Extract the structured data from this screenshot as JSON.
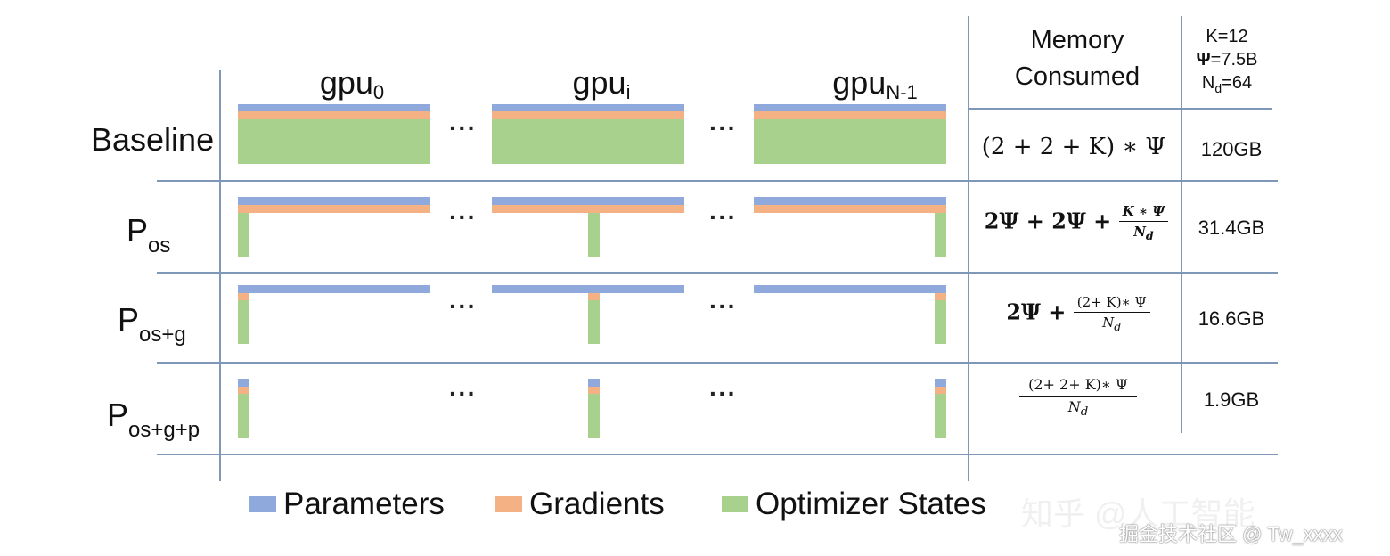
{
  "colors": {
    "parameters": "#8fa9dc",
    "gradients": "#f4b183",
    "optimizer": "#a9d18e",
    "grid": "#7f98b8"
  },
  "header": {
    "gpus": [
      {
        "base": "gpu",
        "sub": "0"
      },
      {
        "base": "gpu",
        "sub": "i"
      },
      {
        "base": "gpu",
        "sub": "N-1"
      }
    ],
    "memory_title": [
      "Memory",
      "Consumed"
    ],
    "params": {
      "k": "K=12",
      "psi": "=7.5B",
      "psi_symbol": "Ψ",
      "nd_base": "N",
      "nd_sub": "d",
      "nd_val": "=64"
    }
  },
  "rows": [
    {
      "label": "Baseline",
      "label_sub": "",
      "formula_text": "(2 + 2 + K) ∗ Ψ",
      "memory": "120GB"
    },
    {
      "label": "P",
      "label_sub": "os",
      "formula_prefix": "2Ψ + 2Ψ +",
      "frac_num": "K ∗ Ψ",
      "frac_den": "N",
      "frac_den_sub": "d",
      "memory": "31.4GB"
    },
    {
      "label": "P",
      "label_sub": "os+g",
      "formula_prefix": "2Ψ +",
      "frac_num": "(2+ K)∗ Ψ",
      "frac_den": "N",
      "frac_den_sub": "d",
      "memory": "16.6GB"
    },
    {
      "label": "P",
      "label_sub": "os+g+p",
      "formula_prefix": "",
      "frac_num": "(2+ 2+ K)∗ Ψ",
      "frac_den": "N",
      "frac_den_sub": "d",
      "memory": "1.9GB"
    }
  ],
  "dots": "···",
  "legend": [
    {
      "label": "Parameters",
      "color": "#8fa9dc"
    },
    {
      "label": "Gradients",
      "color": "#f4b183"
    },
    {
      "label": "Optimizer States",
      "color": "#a9d18e"
    }
  ],
  "watermark": {
    "line1": "知乎 @人工智能",
    "line2": "掘金技术社区 @ Tw_xxxx"
  }
}
